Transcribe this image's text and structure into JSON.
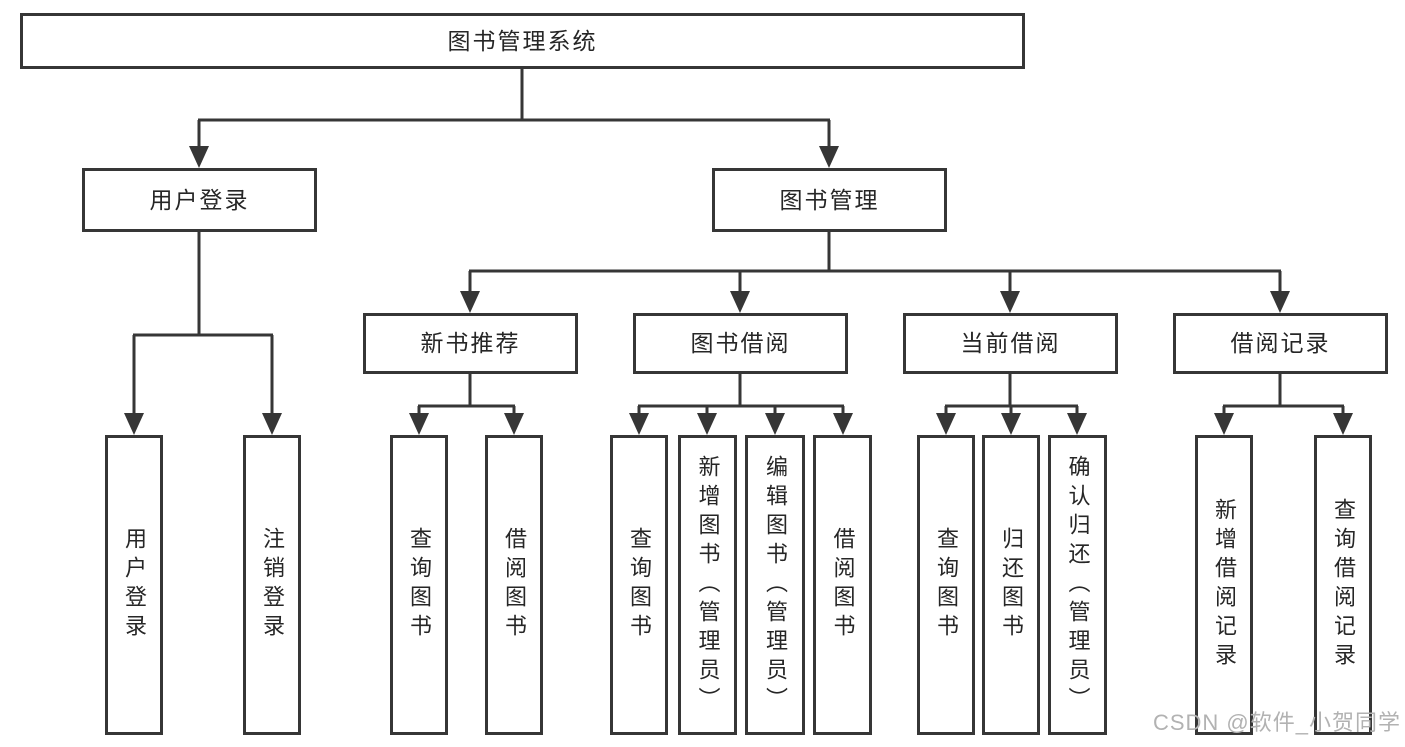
{
  "diagram": {
    "watermark": "CSDN @软件_小贺同学",
    "colors": {
      "line": "#363636",
      "text": "#262626",
      "background": "#ffffff",
      "watermark": "#b2b2b2"
    },
    "tree": {
      "root": {
        "label": "图书管理系统"
      },
      "branches": [
        {
          "label": "用户登录",
          "children": [
            {
              "label": "用户登录"
            },
            {
              "label": "注销登录"
            }
          ]
        },
        {
          "label": "图书管理",
          "children": [
            {
              "label": "新书推荐",
              "children": [
                {
                  "label": "查询图书"
                },
                {
                  "label": "借阅图书"
                }
              ]
            },
            {
              "label": "图书借阅",
              "children": [
                {
                  "label": "查询图书"
                },
                {
                  "label": "新增图书（管理员）"
                },
                {
                  "label": "编辑图书（管理员）"
                },
                {
                  "label": "借阅图书"
                }
              ]
            },
            {
              "label": "当前借阅",
              "children": [
                {
                  "label": "查询图书"
                },
                {
                  "label": "归还图书"
                },
                {
                  "label": "确认归还（管理员）"
                }
              ]
            },
            {
              "label": "借阅记录",
              "children": [
                {
                  "label": "新增借阅记录"
                },
                {
                  "label": "查询借阅记录"
                }
              ]
            }
          ]
        }
      ]
    }
  }
}
